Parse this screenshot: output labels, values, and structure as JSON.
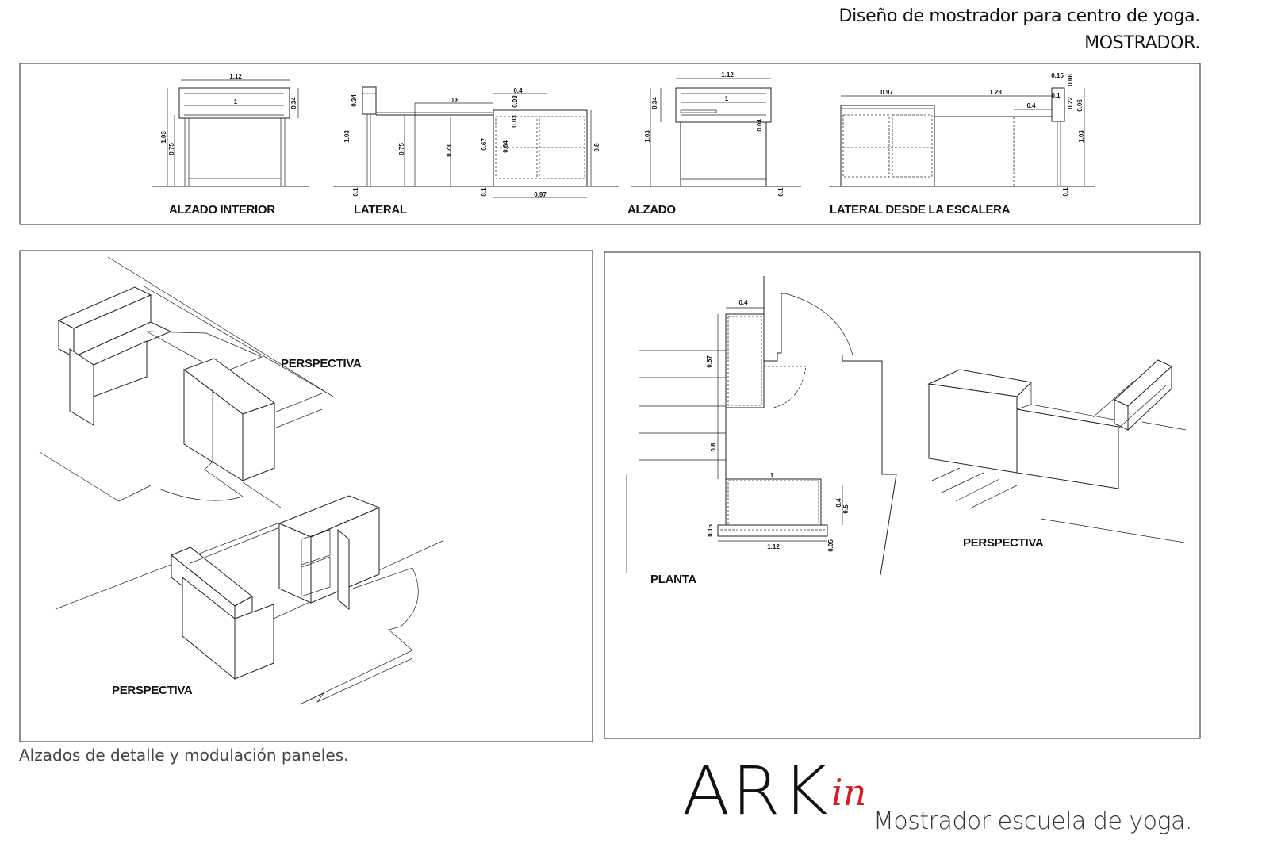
{
  "header": {
    "title_line1": "Diseño de mostrador para centro de yoga.",
    "title_line2": "MOSTRADOR."
  },
  "elevations": {
    "alzado_interior": {
      "caption": "ALZADO INTERIOR",
      "dims": [
        "1.12",
        "1",
        "0.34",
        "1.03",
        "0.75"
      ]
    },
    "lateral": {
      "caption": "LATERAL",
      "dims": [
        "0.34",
        "1.03",
        "0.75",
        "0.73",
        "0.8",
        "0.4",
        "0.03",
        "0.03",
        "0.67",
        "0.64",
        "0.8",
        "0.1",
        "0.1",
        "0.97"
      ]
    },
    "alzado": {
      "caption": "ALZADO",
      "dims": [
        "1.12",
        "1",
        "0.34",
        "1.03",
        "0.04",
        "0.1"
      ]
    },
    "lateral_escalera": {
      "caption": "LATERAL DESDE LA ESCALERA",
      "dims": [
        "0.97",
        "1.28",
        "0.15",
        "0.06",
        "0.1",
        "0.4",
        "0.22",
        "0.06",
        "1.03",
        "0.1"
      ]
    }
  },
  "perspectives_panel": {
    "label_top": "PERSPECTIVA",
    "label_bottom": "PERSPECTIVA"
  },
  "plan_panel": {
    "plan_caption": "PLANTA",
    "plan_dims": [
      "0.4",
      "0.57",
      "0.8",
      "1",
      "0.4",
      "0.5",
      "0.15",
      "1.12",
      "0.05"
    ],
    "perspective_caption": "PERSPECTIVA"
  },
  "footer": {
    "subcaption": "Alzados de detalle y modulación paneles.",
    "logo_main": "ARK",
    "logo_accent": "in",
    "tagline": "Mostrador escuela de yoga."
  },
  "colors": {
    "logo_accent": "#d0202a",
    "line": "#222222"
  }
}
